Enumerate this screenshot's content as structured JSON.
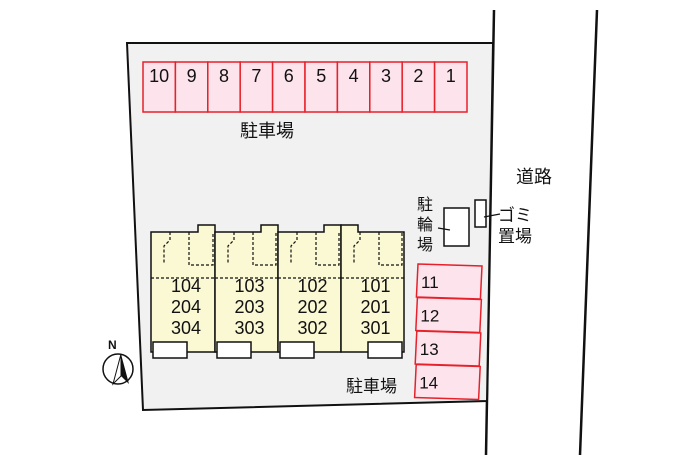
{
  "top_parking": {
    "label": "駐車場",
    "spaces": [
      "10",
      "9",
      "8",
      "7",
      "6",
      "5",
      "4",
      "3",
      "2",
      "1"
    ]
  },
  "side_parking": {
    "label": "駐車場",
    "spaces": [
      "11",
      "12",
      "13",
      "14"
    ]
  },
  "road_label": "道路",
  "bicycle_parking": {
    "label_lines": [
      "駐",
      "輪",
      "場"
    ]
  },
  "garbage_area": {
    "label_lines": [
      "ゴミ",
      "置場"
    ]
  },
  "units": [
    {
      "rooms": [
        "104",
        "204",
        "304"
      ]
    },
    {
      "rooms": [
        "103",
        "203",
        "303"
      ]
    },
    {
      "rooms": [
        "102",
        "202",
        "302"
      ]
    },
    {
      "rooms": [
        "101",
        "201",
        "301"
      ]
    }
  ],
  "compass": {
    "label": "N"
  },
  "colors": {
    "parking_fill": "#fde3ec",
    "parking_stroke": "#e8202a",
    "building_fill": "#fbf8d4",
    "lot_fill": "#f1f1f1"
  }
}
